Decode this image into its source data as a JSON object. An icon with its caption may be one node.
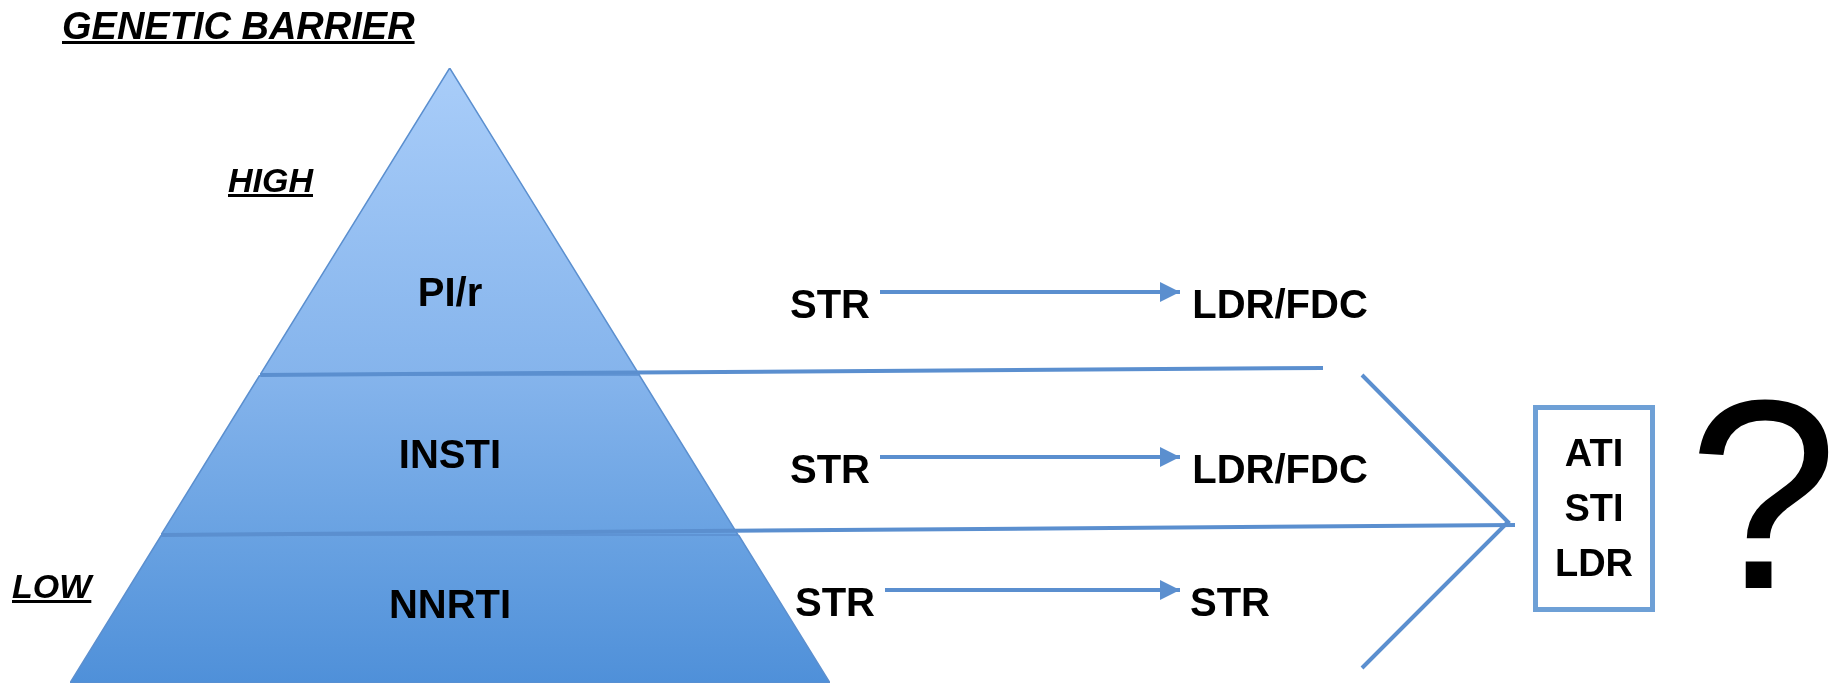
{
  "diagram": {
    "title": "GENETIC BARRIER",
    "nodes": [
      {
        "text": [
          "PI/r"
        ]
      },
      {
        "text": [
          "STR"
        ]
      },
      {
        "text": [
          "LDR/FDC"
        ]
      },
      {
        "text": [
          "INSTI"
        ]
      },
      {
        "text": [
          "STR"
        ]
      },
      {
        "text": [
          "LDR/FDC"
        ]
      },
      {
        "text": [
          "NNRTI"
        ]
      },
      {
        "text": [
          "STR"
        ]
      },
      {
        "text": [
          "STR"
        ]
      },
      {
        "text": [
          "ATI STI LDR"
        ]
      }
    ],
    "edges": [
      {
        "from": 1,
        "to": 2,
        "arrow": "to"
      },
      {
        "from": 4,
        "to": 5,
        "arrow": "to"
      },
      {
        "from": 7,
        "to": 8,
        "arrow": "to"
      }
    ],
    "labels": [
      "HIGH",
      "LOW",
      "?"
    ]
  }
}
